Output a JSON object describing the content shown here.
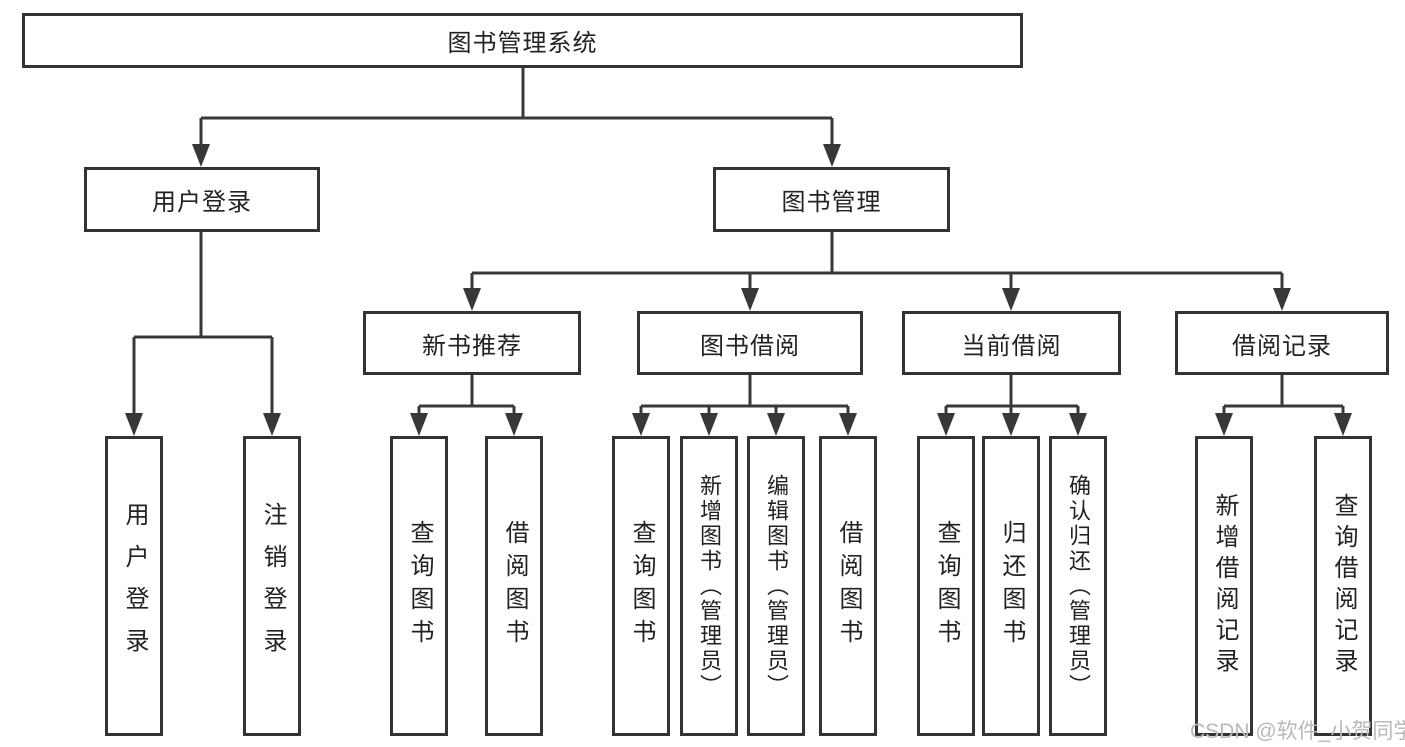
{
  "tree": {
    "label": "图书管理系统",
    "children": [
      {
        "label": "用户登录",
        "children": [
          {
            "label": "用户登录"
          },
          {
            "label": "注销登录"
          }
        ]
      },
      {
        "label": "图书管理",
        "children": [
          {
            "label": "新书推荐",
            "children": [
              {
                "label": "查询图书"
              },
              {
                "label": "借阅图书"
              }
            ]
          },
          {
            "label": "图书借阅",
            "children": [
              {
                "label": "查询图书"
              },
              {
                "label": "新增图书（管理员）"
              },
              {
                "label": "编辑图书（管理员）"
              },
              {
                "label": "借阅图书"
              }
            ]
          },
          {
            "label": "当前借阅",
            "children": [
              {
                "label": "查询图书"
              },
              {
                "label": "归还图书"
              },
              {
                "label": "确认归还（管理员）"
              }
            ]
          },
          {
            "label": "借阅记录",
            "children": [
              {
                "label": "新增借阅记录"
              },
              {
                "label": "查询借阅记录"
              }
            ]
          }
        ]
      }
    ]
  },
  "watermark": {
    "text": "CSDN @软件_小贺同学"
  },
  "colors": {
    "line": "#383838",
    "box_border": "#333333",
    "text": "#222222",
    "watermark": "#b9b9b9",
    "background": "#ffffff"
  }
}
